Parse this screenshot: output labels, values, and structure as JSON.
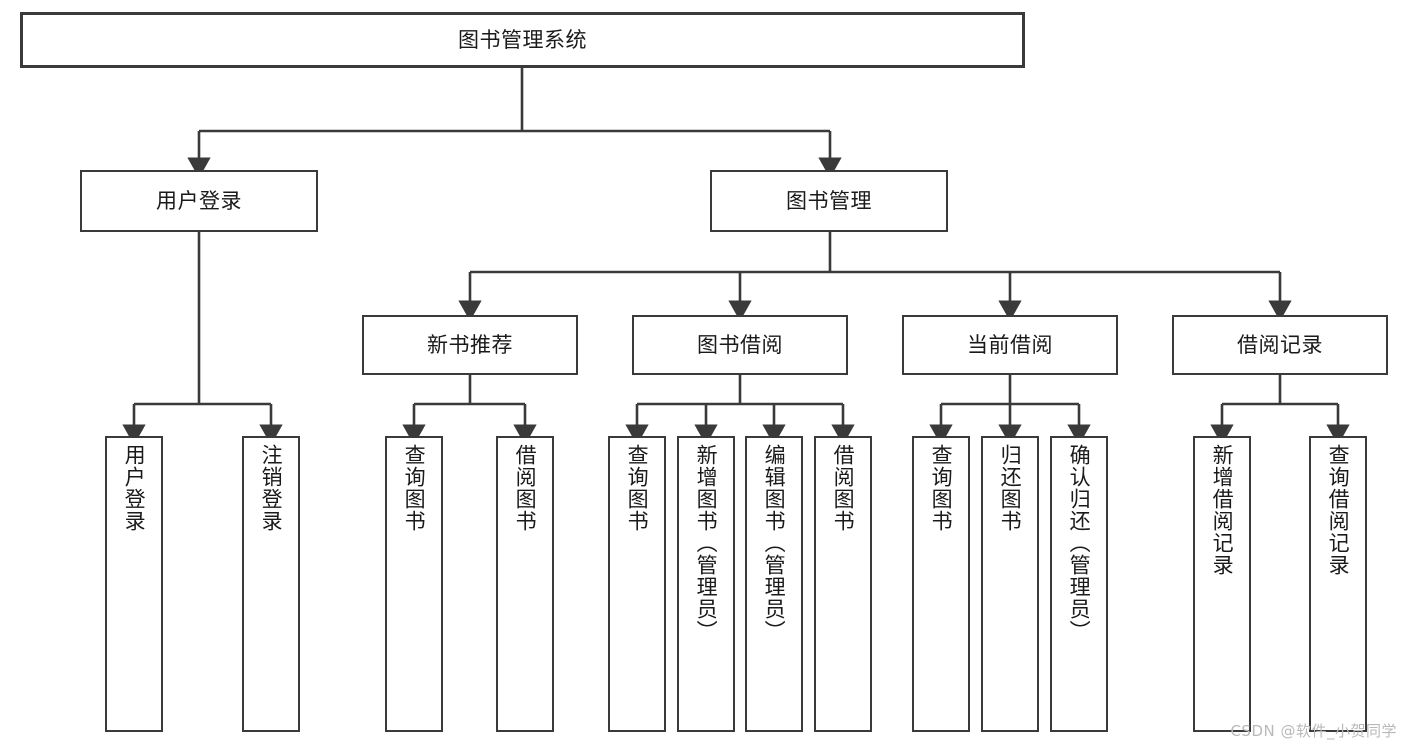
{
  "diagram": {
    "title": "图书管理系统",
    "type": "hierarchy-tree",
    "levels": 4,
    "stroke_color": "#3a3a3a",
    "fill_color": "#ffffff",
    "text_color": "#1a1a1a"
  },
  "nodes": {
    "root": {
      "label": "图书管理系统",
      "level": 1
    },
    "level2": [
      {
        "label": "用户登录",
        "level": 2
      },
      {
        "label": "图书管理",
        "level": 2
      }
    ],
    "level3": [
      {
        "label": "新书推荐",
        "level": 3
      },
      {
        "label": "图书借阅",
        "level": 3
      },
      {
        "label": "当前借阅",
        "level": 3
      },
      {
        "label": "借阅记录",
        "level": 3
      }
    ],
    "leaves": [
      {
        "label": "用户登录",
        "parent": "用户登录",
        "level": 4
      },
      {
        "label": "注销登录",
        "parent": "用户登录",
        "level": 4
      },
      {
        "label": "查询图书",
        "parent": "新书推荐",
        "level": 4
      },
      {
        "label": "借阅图书",
        "parent": "新书推荐",
        "level": 4
      },
      {
        "label": "查询图书",
        "parent": "图书借阅",
        "level": 4
      },
      {
        "label": "新增图书（管理员）",
        "parent": "图书借阅",
        "level": 4
      },
      {
        "label": "编辑图书（管理员）",
        "parent": "图书借阅",
        "level": 4
      },
      {
        "label": "借阅图书",
        "parent": "图书借阅",
        "level": 4
      },
      {
        "label": "查询图书",
        "parent": "当前借阅",
        "level": 4
      },
      {
        "label": "归还图书",
        "parent": "当前借阅",
        "level": 4
      },
      {
        "label": "确认归还（管理员）",
        "parent": "当前借阅",
        "level": 4
      },
      {
        "label": "新增借阅记录",
        "parent": "借阅记录",
        "level": 4
      },
      {
        "label": "查询借阅记录",
        "parent": "借阅记录",
        "level": 4
      }
    ]
  },
  "watermark": {
    "text": "CSDN @软件_小贺同学"
  }
}
